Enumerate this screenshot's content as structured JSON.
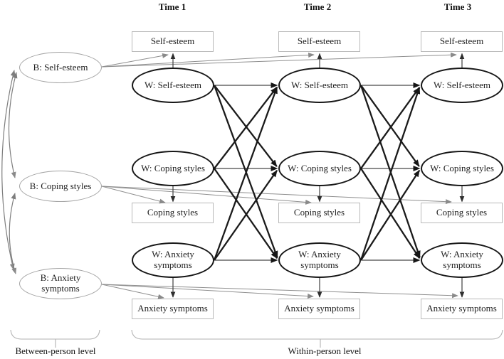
{
  "figure": {
    "headers": [
      "Time 1",
      "Time 2",
      "Time 3"
    ],
    "between": {
      "self_esteem": "B: Self-esteem",
      "coping": "B: Coping styles",
      "anxiety": "B: Anxiety symptoms",
      "level_label": "Between-person level"
    },
    "within": {
      "latent_self_esteem": "W: Self-esteem",
      "latent_coping": "W: Coping styles",
      "latent_anxiety": "W: Anxiety symptoms",
      "observed_self_esteem": "Self-esteem",
      "observed_coping": "Coping styles",
      "observed_anxiety": "Anxiety symptoms",
      "level_label": "Within-person level"
    },
    "colors": {
      "within_path": "#1a1a1a",
      "within_ellipse_stroke": "#161616",
      "between_ellipse_stroke": "#a3a3a3",
      "observed_rect_stroke": "#b9b9b9",
      "loading_arrow": "#8f8f8f",
      "indicator_arrow": "#4d4d4d",
      "covariance_arc": "#7d7d7d",
      "brace": "#b2b2b2"
    }
  }
}
